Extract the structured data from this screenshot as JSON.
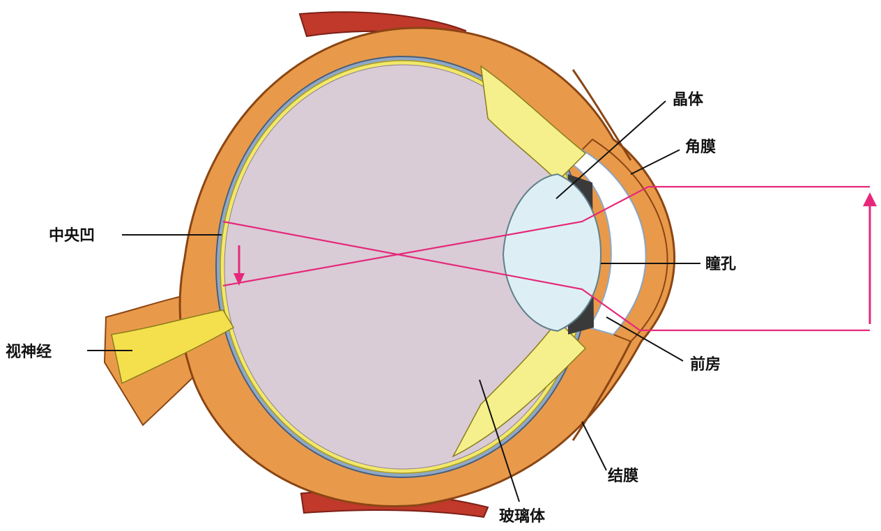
{
  "labels": {
    "lens": "晶体",
    "cornea": "角膜",
    "fovea": "中央凹",
    "pupil": "瞳孔",
    "optic_nerve": "视神经",
    "anterior_chamber": "前房",
    "conjunctiva": "结膜",
    "vitreous_body": "玻璃体"
  },
  "colors": {
    "sclera": "#E89A4A",
    "sclera_outline": "#8B4513",
    "choroid": "#8FA8C8",
    "retina": "#F2E86A",
    "vitreous": "#D9CCD6",
    "lens": "#DDEFF5",
    "ciliary": "#F5F08C",
    "iris": "#3A3A3A",
    "muscle": "#C0392B",
    "light_ray": "#E6287A",
    "nerve": "#F4E04D"
  }
}
